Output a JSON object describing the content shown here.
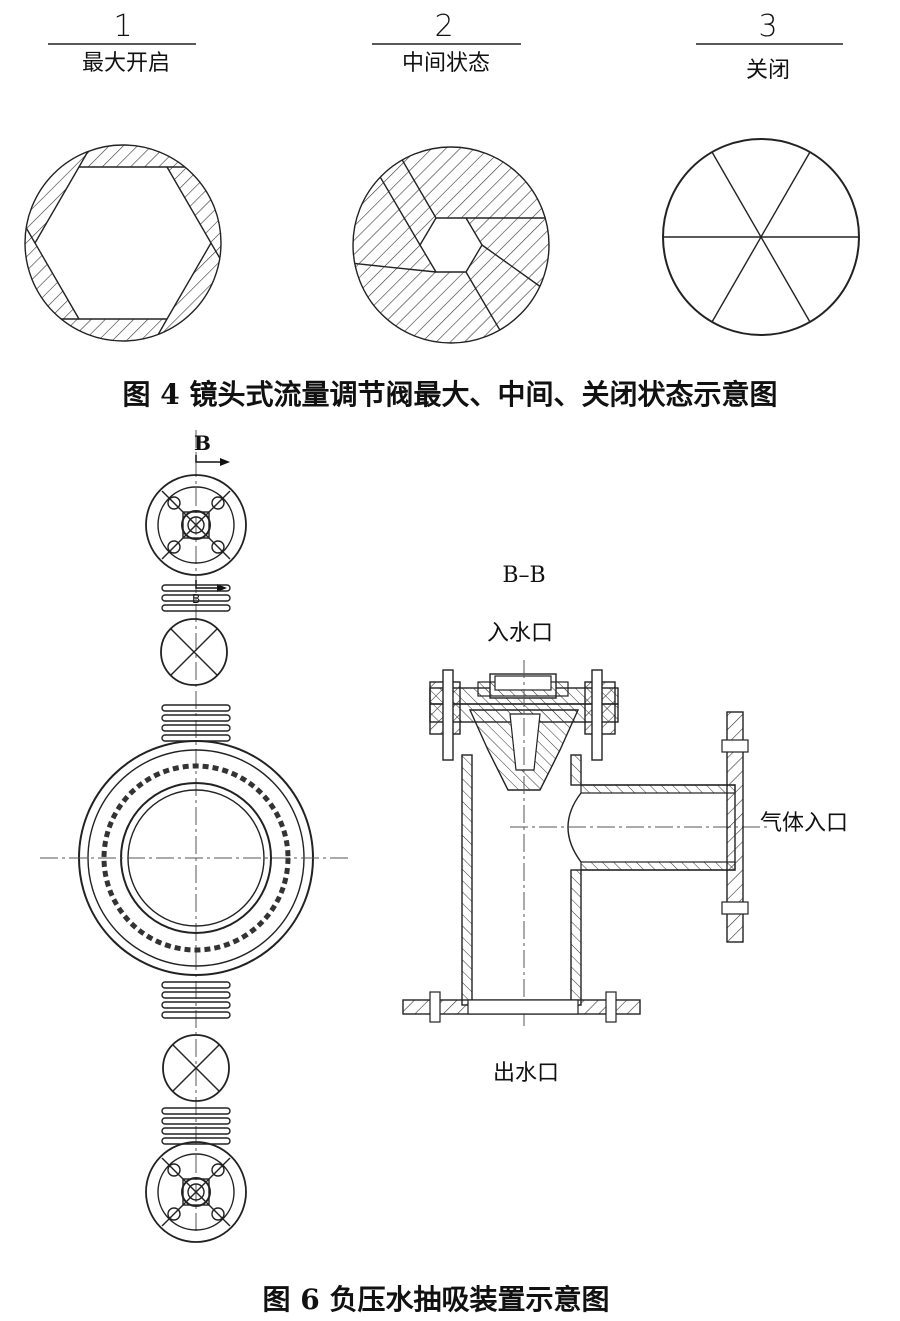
{
  "figure4": {
    "panels": [
      {
        "number": "1",
        "label": "最大开启"
      },
      {
        "number": "2",
        "label": "中间状态"
      },
      {
        "number": "3",
        "label": "关闭"
      }
    ],
    "caption": "图 4  镜头式流量调节阀最大、中间、关闭状态示意图"
  },
  "figure6": {
    "section_marker": "B",
    "section_title": "B–B",
    "labels": {
      "water_inlet": "入水口",
      "gas_inlet": "气体入口",
      "water_outlet": "出水口"
    },
    "caption": "图 6  负压水抽吸装置示意图"
  }
}
